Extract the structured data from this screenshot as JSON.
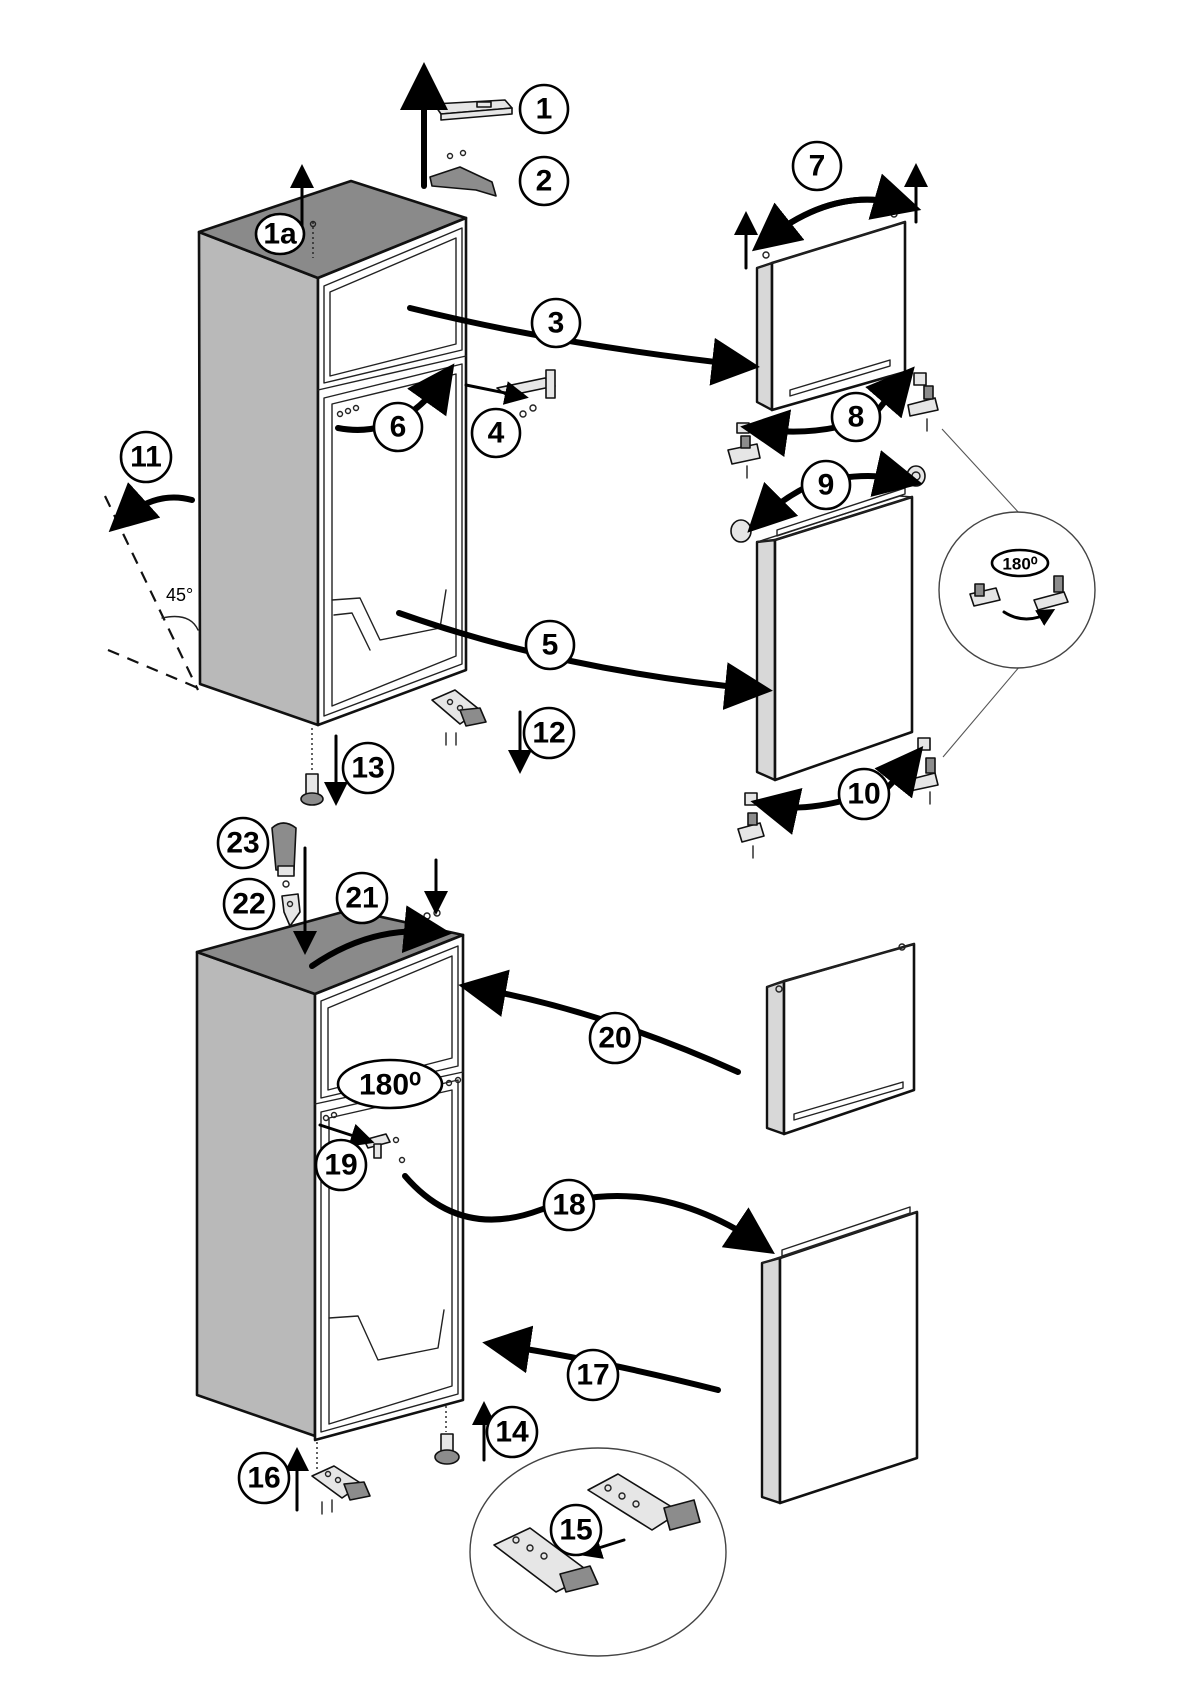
{
  "steps": {
    "s1": "1",
    "s1a": "1a",
    "s2": "2",
    "s3": "3",
    "s4": "4",
    "s5": "5",
    "s6": "6",
    "s7": "7",
    "s8": "8",
    "s9": "9",
    "s10": "10",
    "s11": "11",
    "s12": "12",
    "s13": "13",
    "s14": "14",
    "s15": "15",
    "s16": "16",
    "s17": "17",
    "s18": "18",
    "s19": "19",
    "s20": "20",
    "s21": "21",
    "s22": "22",
    "s23": "23"
  },
  "labels": {
    "angle": "45°",
    "rotate_detail": "180⁰",
    "rotate_main": "180⁰"
  }
}
